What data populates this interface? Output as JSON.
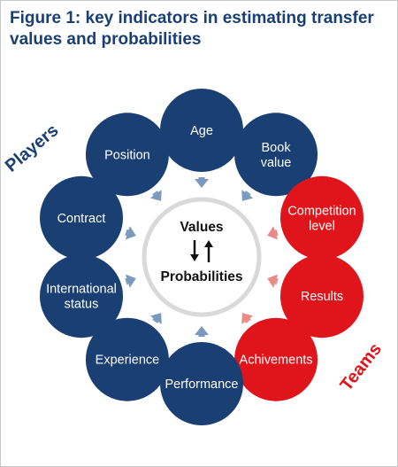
{
  "title": "Figure 1: key indicators in estimating transfer values and probabilities",
  "center": {
    "top": "Values",
    "bottom": "Probabilities"
  },
  "groups": {
    "players": "Players",
    "teams": "Teams"
  },
  "colors": {
    "players": "#1a3f73",
    "teams": "#e0141b",
    "players_arrow": "#7a99bf",
    "teams_arrow": "#ea8a86",
    "ring": "#d9d9d9",
    "title": "#1a3f73"
  },
  "nodes": [
    {
      "id": "age",
      "lines": [
        "Age"
      ],
      "group": "players"
    },
    {
      "id": "book-value",
      "lines": [
        "Book",
        "value"
      ],
      "group": "players"
    },
    {
      "id": "competition-level",
      "lines": [
        "Competition",
        "level"
      ],
      "group": "teams"
    },
    {
      "id": "results",
      "lines": [
        "Results"
      ],
      "group": "teams"
    },
    {
      "id": "achivements",
      "lines": [
        "Achivements"
      ],
      "group": "teams"
    },
    {
      "id": "performance",
      "lines": [
        "Performance"
      ],
      "group": "players"
    },
    {
      "id": "experience",
      "lines": [
        "Experience"
      ],
      "group": "players"
    },
    {
      "id": "international-status",
      "lines": [
        "International",
        "status"
      ],
      "group": "players"
    },
    {
      "id": "contract",
      "lines": [
        "Contract"
      ],
      "group": "players"
    },
    {
      "id": "position",
      "lines": [
        "Position"
      ],
      "group": "players"
    }
  ]
}
